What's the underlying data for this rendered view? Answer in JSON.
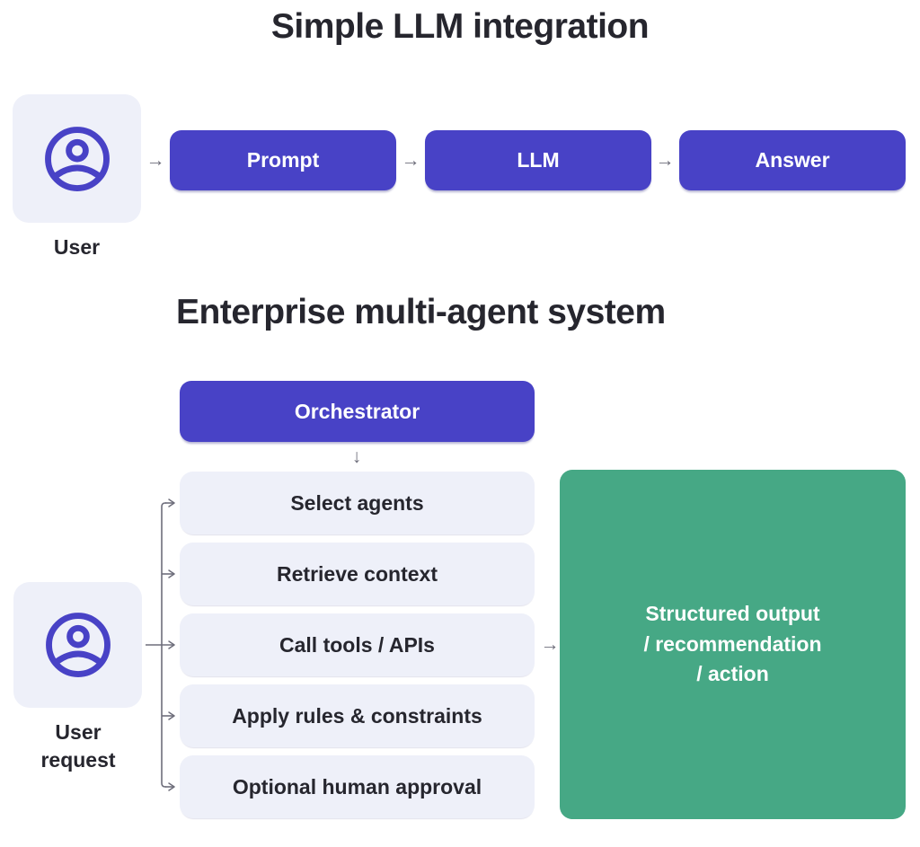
{
  "colors": {
    "accent_purple": "#4842C6",
    "panel_lavender": "#EEF0F9",
    "output_green": "#46A885",
    "text_dark": "#26262E",
    "connector_gray": "#6E6E7B"
  },
  "icons": {
    "arrow_right_glyph": "→",
    "arrow_down_glyph": "↓",
    "user_icon": "person-in-circle"
  },
  "simple_flow": {
    "title": "Simple LLM integration",
    "actor_label": "User",
    "steps": [
      "Prompt",
      "LLM",
      "Answer"
    ]
  },
  "enterprise_flow": {
    "title": "Enterprise multi-agent system",
    "orchestrator_label": "Orchestrator",
    "actor_label": "User request",
    "steps": [
      "Select agents",
      "Retrieve context",
      "Call tools / APIs",
      "Apply rules & constraints",
      "Optional human approval"
    ],
    "output_lines": [
      "Structured output",
      "/ recommendation",
      "/ action"
    ]
  }
}
